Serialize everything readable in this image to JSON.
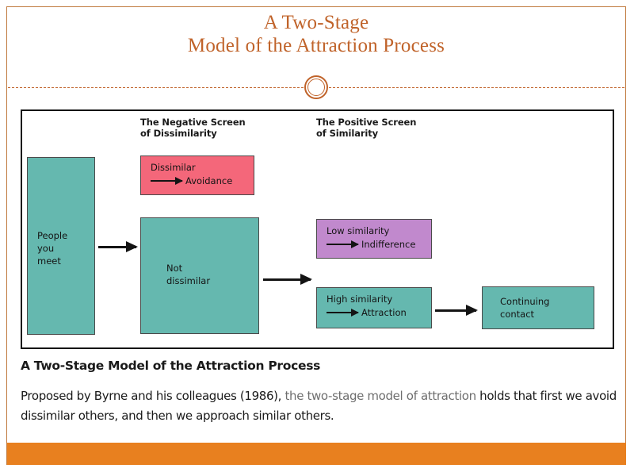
{
  "slide": {
    "title_line1": "A Two-Stage",
    "title_line2": "Model of the Attraction Process",
    "accent_color": "#c0632a",
    "band_color": "#e8801f"
  },
  "figure": {
    "column_headings": [
      {
        "line1": "The Negative Screen",
        "line2": "of Dissimilarity"
      },
      {
        "line1": "The Positive Screen",
        "line2": "of Similarity"
      }
    ],
    "nodes": [
      {
        "id": "people",
        "label_line1": "People",
        "label_line2": "you",
        "label_line3": "meet",
        "color": "#65b8af"
      },
      {
        "id": "dissimilar",
        "from": "Dissimilar",
        "to": "Avoidance",
        "color": "#f4677a"
      },
      {
        "id": "not-dissimilar",
        "label_line1": "Not",
        "label_line2": "dissimilar",
        "color": "#65b8af"
      },
      {
        "id": "low-similarity",
        "from": "Low similarity",
        "to": "Indifference",
        "color": "#c189cd"
      },
      {
        "id": "high-similarity",
        "from": "High similarity",
        "to": "Attraction",
        "color": "#65b8af"
      },
      {
        "id": "continuing-contact",
        "label_line1": "Continuing",
        "label_line2": "contact",
        "color": "#65b8af"
      }
    ]
  },
  "caption": {
    "heading": "A Two-Stage Model of the Attraction Process",
    "body_part1": "Proposed by Byrne and his colleagues (1986), ",
    "body_highlight": "the two-stage model of attraction",
    "body_part2": " holds that first we avoid dissimilar others, and then we approach similar others."
  }
}
